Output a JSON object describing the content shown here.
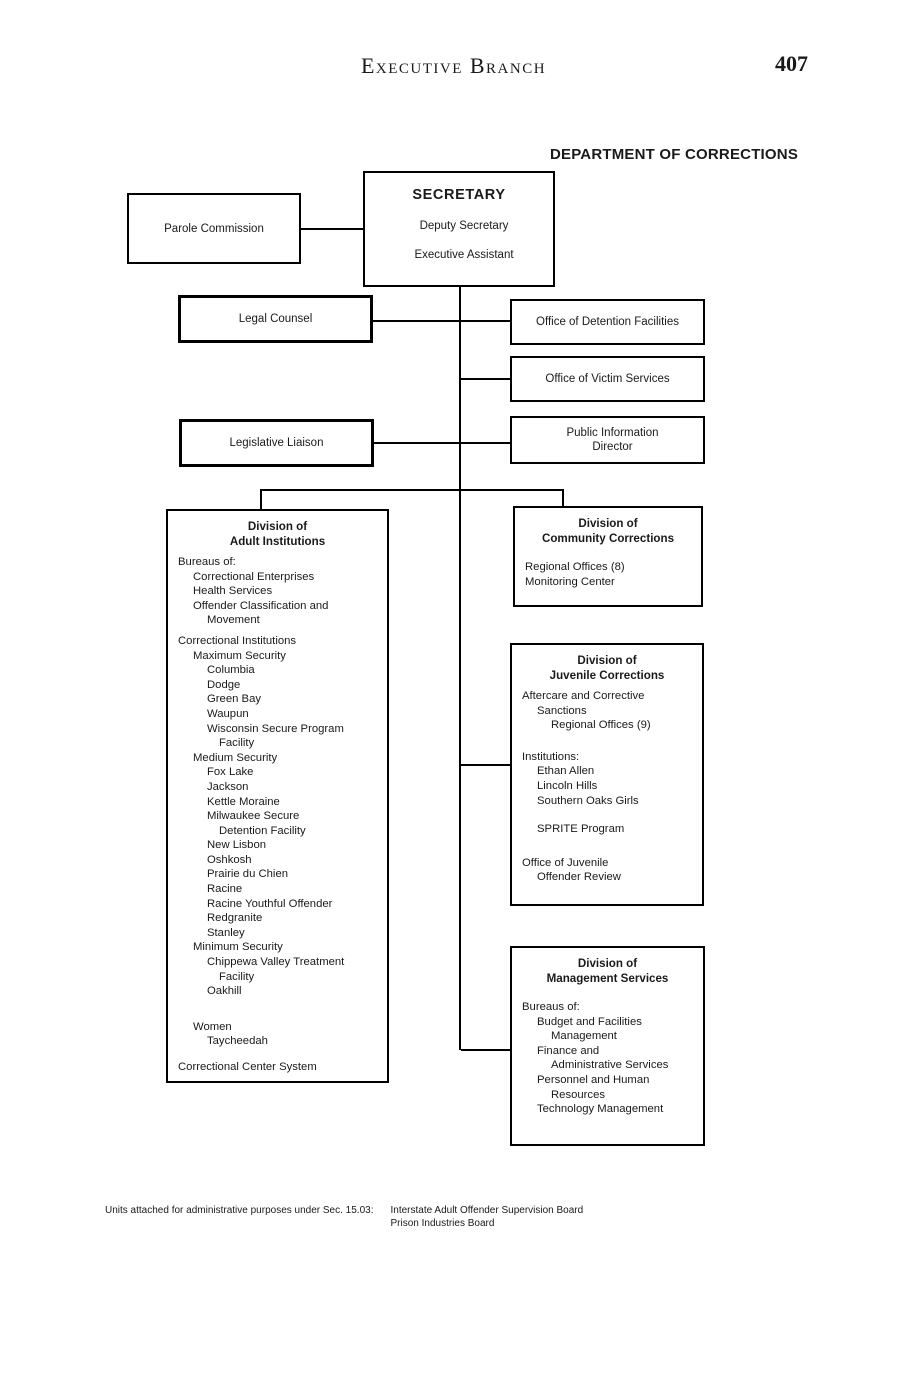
{
  "page_header": {
    "title": "Executive Branch",
    "page_number": "407"
  },
  "chart": {
    "title": "DEPARTMENT OF CORRECTIONS",
    "secretary": {
      "title": "SECRETARY",
      "staff": [
        "Deputy Secretary",
        "Executive Assistant"
      ]
    },
    "side_boxes": {
      "parole_commission": "Parole Commission",
      "legal_counsel": "Legal Counsel",
      "legislative_liaison": "Legislative Liaison",
      "office_detention": "Office of Detention Facilities",
      "office_victim": "Office of Victim Services",
      "public_information": [
        "Public Information",
        "Director"
      ]
    },
    "divisions": {
      "adult": {
        "heading": [
          "Division of",
          "Adult Institutions"
        ],
        "items": [
          {
            "t": "Bureaus of:",
            "i": 0
          },
          {
            "t": "Correctional Enterprises",
            "i": 1
          },
          {
            "t": "Health Services",
            "i": 1
          },
          {
            "t": "Offender Classification and",
            "i": 1
          },
          {
            "t": "Movement",
            "i": 2
          },
          {
            "t": "Correctional Institutions",
            "i": 0,
            "gap": 6
          },
          {
            "t": "Maximum Security",
            "i": 1
          },
          {
            "t": "Columbia",
            "i": 2
          },
          {
            "t": "Dodge",
            "i": 2
          },
          {
            "t": "Green Bay",
            "i": 2
          },
          {
            "t": "Waupun",
            "i": 2
          },
          {
            "t": "Wisconsin Secure Program",
            "i": 2
          },
          {
            "t": "Facility",
            "i": 3
          },
          {
            "t": "Medium Security",
            "i": 1
          },
          {
            "t": "Fox Lake",
            "i": 2
          },
          {
            "t": "Jackson",
            "i": 2
          },
          {
            "t": "Kettle Moraine",
            "i": 2
          },
          {
            "t": "Milwaukee Secure",
            "i": 2
          },
          {
            "t": "Detention Facility",
            "i": 3
          },
          {
            "t": "New Lisbon",
            "i": 2
          },
          {
            "t": "Oshkosh",
            "i": 2
          },
          {
            "t": "Prairie du Chien",
            "i": 2
          },
          {
            "t": "Racine",
            "i": 2
          },
          {
            "t": "Racine Youthful Offender",
            "i": 2
          },
          {
            "t": "Redgranite",
            "i": 2
          },
          {
            "t": "Stanley",
            "i": 2
          },
          {
            "t": "Minimum Security",
            "i": 1
          },
          {
            "t": "Chippewa Valley Treatment",
            "i": 2
          },
          {
            "t": "Facility",
            "i": 3
          },
          {
            "t": "Oakhill",
            "i": 2
          },
          {
            "t": "Women",
            "i": 1,
            "gap": 21
          },
          {
            "t": "Taycheedah",
            "i": 2
          },
          {
            "t": "Correctional Center System",
            "i": 0,
            "gap": 11
          }
        ]
      },
      "community": {
        "heading": [
          "Division of",
          "Community Corrections"
        ],
        "items": [
          {
            "t": "Regional Offices (8)",
            "i": 0
          },
          {
            "t": "Monitoring Center",
            "i": 0
          }
        ]
      },
      "juvenile": {
        "heading": [
          "Division of",
          "Juvenile Corrections"
        ],
        "items": [
          {
            "t": "Aftercare and Corrective",
            "i": 0
          },
          {
            "t": "Sanctions",
            "i": 1
          },
          {
            "t": "Regional Offices (9)",
            "i": 2
          },
          {
            "t": "Institutions:",
            "i": 0,
            "gap": 17
          },
          {
            "t": "Ethan Allen",
            "i": 1
          },
          {
            "t": "Lincoln Hills",
            "i": 1
          },
          {
            "t": "Southern Oaks Girls",
            "i": 1
          },
          {
            "t": "SPRITE Program",
            "i": 1,
            "gap": 14
          },
          {
            "t": "Office of Juvenile",
            "i": 0,
            "gap": 19
          },
          {
            "t": "Offender Review",
            "i": 1
          }
        ]
      },
      "management": {
        "heading": [
          "Division of",
          "Management Services"
        ],
        "items": [
          {
            "t": "Bureaus of:",
            "i": 0
          },
          {
            "t": "Budget and Facilities",
            "i": 1
          },
          {
            "t": "Management",
            "i": 2
          },
          {
            "t": "Finance and",
            "i": 1
          },
          {
            "t": "Administrative Services",
            "i": 2
          },
          {
            "t": "Personnel and Human",
            "i": 1
          },
          {
            "t": "Resources",
            "i": 2
          },
          {
            "t": "Technology Management",
            "i": 1
          }
        ]
      }
    }
  },
  "footnote": {
    "label": "Units attached for administrative purposes under Sec. 15.03:",
    "units": [
      "Interstate Adult Offender Supervision Board",
      "Prison Industries Board"
    ]
  }
}
